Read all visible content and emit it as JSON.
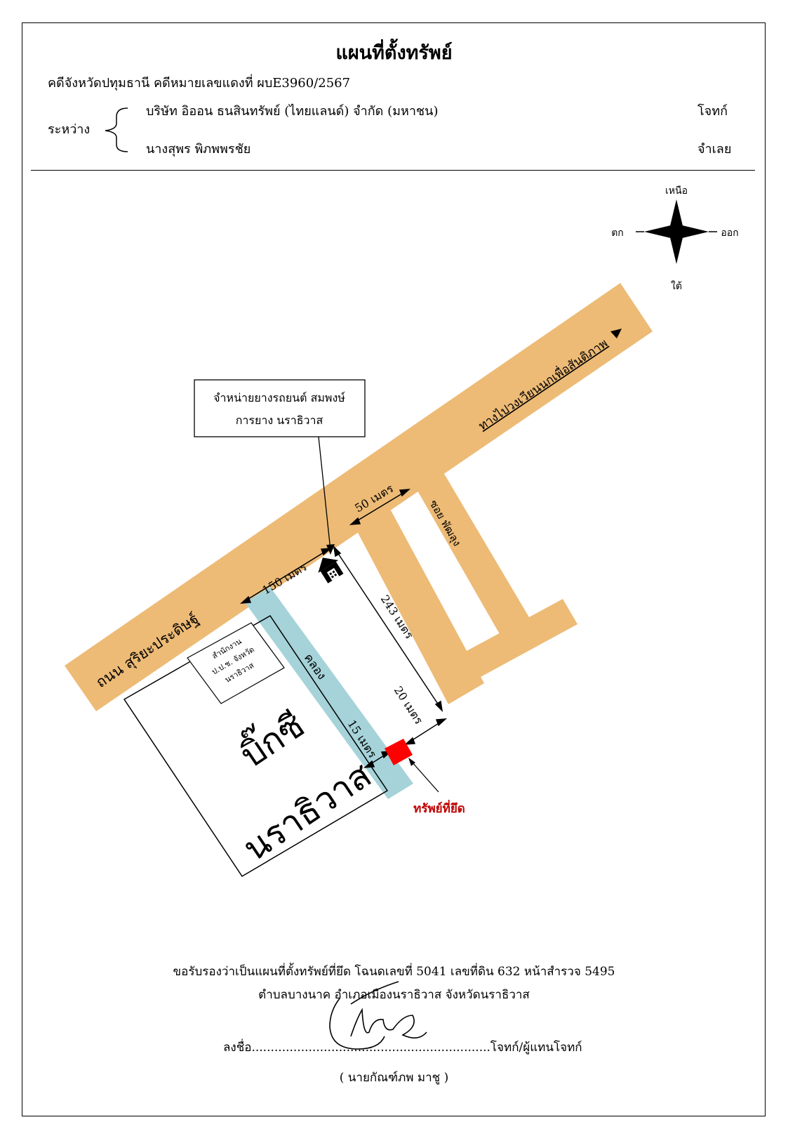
{
  "header": {
    "title": "แผนที่ตั้งทรัพย์",
    "case_line": "คดีจังหวัดปทุมธานี  คดีหมายเลขแดงที่   ผบE3960/2567",
    "between_label": "ระหว่าง",
    "plaintiff_name": "บริษัท อิออน ธนสินทรัพย์ (ไทยแลนด์) จำกัด (มหาชน)",
    "plaintiff_role": "โจทก์",
    "defendant_name": "นางสุพร พิภพพรชัย",
    "defendant_role": "จำเลย"
  },
  "compass": {
    "north": "เหนือ",
    "south": "ใต้",
    "east": "ออก",
    "west": "ตก"
  },
  "map": {
    "colors": {
      "road": "#EDBB76",
      "canal": "#A5D3D9",
      "property": "#FF0000",
      "property_label": "#C00000"
    },
    "main_road_label": "ถนน สุริยะประดิษฐ์",
    "direction_label": "ทางไปวงเวียนนกเพื่อสันติภาพ",
    "soi_label": "ซอย พัฒลุง",
    "canal_label": "คลอง",
    "landmark_line1": "จำหน่ายยางรถยนต์ สมพงษ์",
    "landmark_line2": "การยาง นราธิวาส",
    "office_line1": "สำนักงาน",
    "office_line2": "ป.ป.ช. จังหวัด",
    "office_line3": "นราธิวาส",
    "bigc_line1": "บิ๊กซี",
    "bigc_line2": "นราธิวาส",
    "dist_150": "150 เมตร",
    "dist_50": "50 เมตร",
    "dist_243": "243 เมตร",
    "dist_20": "20 เมตร",
    "dist_15": "15 เมตร",
    "property_label": "ทรัพย์ที่ยึด",
    "landmark_icon": "house-icon"
  },
  "footer": {
    "cert_line1": "ขอรับรองว่าเป็นแผนที่ตั้งทรัพย์ที่ยึด โฉนดเลขที่ 5041 เลขที่ดิน 632 หน้าสำรวจ 5495",
    "cert_line2": "ตำบลบางนาค อำเภอเมืองนราธิวาส จังหวัดนราธิวาส",
    "sign_prefix": "ลงชื่อ",
    "sign_dots": "...............................................................",
    "sign_role": "โจทก์/ผู้แทนโจทก์",
    "signer_name": "( นายกัณฑ์ภพ  มาชู )"
  }
}
